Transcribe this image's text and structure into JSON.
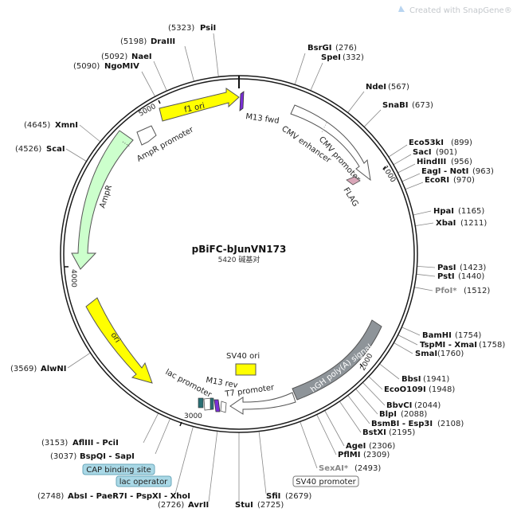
{
  "watermark": "Created with SnapGene®",
  "plasmid": {
    "name": "pBiFC-bJunVN173",
    "length_text": "5420 碱基对"
  },
  "ticks": [
    "1000",
    "2000",
    "3000",
    "4000",
    "5000"
  ],
  "features": {
    "m13_fwd": "M13 fwd",
    "f1_ori": "f1 ori",
    "ampr_promoter": "AmpR promoter",
    "ampr": "AmpR",
    "cmv_enhancer": "CMV enhancer",
    "cmv_promoter": "CMV promoter",
    "flag": "FLAG",
    "ori": "ori",
    "sv40_ori": "SV40 ori",
    "hgh": "hGH poly(A) signal",
    "m13_rev": "M13 rev",
    "lac_promoter": "lac promoter",
    "t7_promoter": "T7 promoter"
  },
  "boxed": {
    "cap": "CAP binding site",
    "lac_operator": "lac operator",
    "sv40_promoter": "SV40 promoter"
  },
  "sites": {
    "psii": {
      "name": "PsiI",
      "pos": "(5323)"
    },
    "draiii": {
      "name": "DraIII",
      "pos": "(5198)"
    },
    "naei": {
      "name": "NaeI",
      "pos": "(5092)"
    },
    "ngomiv": {
      "name": "NgoMIV",
      "pos": "(5090)"
    },
    "xmni": {
      "name": "XmnI",
      "pos": "(4645)"
    },
    "scai": {
      "name": "ScaI",
      "pos": "(4526)"
    },
    "alwni": {
      "name": "AlwNI",
      "pos": "(3569)"
    },
    "afliii": {
      "name": "AflIII - PciI",
      "pos": "(3153)"
    },
    "bspqi": {
      "name": "BspQI - SapI",
      "pos": "(3037)"
    },
    "absi": {
      "name": "AbsI - PaeR7I - PspXI - XhoI",
      "pos": "(2748)"
    },
    "avrii": {
      "name": "AvrII",
      "pos": "(2726)"
    },
    "stui": {
      "name": "StuI",
      "pos": "(2725)"
    },
    "sfii": {
      "name": "SfiI",
      "pos": "(2679)"
    },
    "sexai": {
      "name": "SexAI*",
      "pos": "(2493)"
    },
    "pflmi": {
      "name": "PflMI",
      "pos": "(2309)"
    },
    "agei": {
      "name": "AgeI",
      "pos": "(2306)"
    },
    "bstxi": {
      "name": "BstXI",
      "pos": "(2195)"
    },
    "bsmbi": {
      "name": "BsmBI - Esp3I",
      "pos": "(2108)"
    },
    "blpi": {
      "name": "BlpI",
      "pos": "(2088)"
    },
    "bbvci": {
      "name": "BbvCI",
      "pos": "(2044)"
    },
    "eco0109i": {
      "name": "EcoO109I",
      "pos": "(1948)"
    },
    "bbsi": {
      "name": "BbsI",
      "pos": "(1941)"
    },
    "smai": {
      "name": "SmaI",
      "pos": "(1760)"
    },
    "tspmi": {
      "name": "TspMI - XmaI",
      "pos": "(1758)"
    },
    "bamhi": {
      "name": "BamHI",
      "pos": "(1754)"
    },
    "pfoi": {
      "name": "PfoI*",
      "pos": "(1512)"
    },
    "psti": {
      "name": "PstI",
      "pos": "(1440)"
    },
    "pasi": {
      "name": "PasI",
      "pos": "(1423)"
    },
    "xbai": {
      "name": "XbaI",
      "pos": "(1211)"
    },
    "hpai": {
      "name": "HpaI",
      "pos": "(1165)"
    },
    "ecori": {
      "name": "EcoRI",
      "pos": "(970)"
    },
    "eagi": {
      "name": "EagI - NotI",
      "pos": "(963)"
    },
    "hindiii": {
      "name": "HindIII",
      "pos": "(956)"
    },
    "saci": {
      "name": "SacI",
      "pos": "(901)"
    },
    "eco53ki": {
      "name": "Eco53kI",
      "pos": "(899)"
    },
    "snabi": {
      "name": "SnaBI",
      "pos": "(673)"
    },
    "ndei": {
      "name": "NdeI",
      "pos": "(567)"
    },
    "spei": {
      "name": "SpeI",
      "pos": "(332)"
    },
    "bsrgi": {
      "name": "BsrGI",
      "pos": "(276)"
    }
  },
  "colors": {
    "ori": "#ffff00",
    "ampr": "#ccffcc",
    "cmv": "#ffffff",
    "m13": "#7a2fd6",
    "flag": "#d9a6b8",
    "hgh": "#8e9499",
    "box": "#a9d8e6",
    "backbone": "#1a1a1a"
  }
}
